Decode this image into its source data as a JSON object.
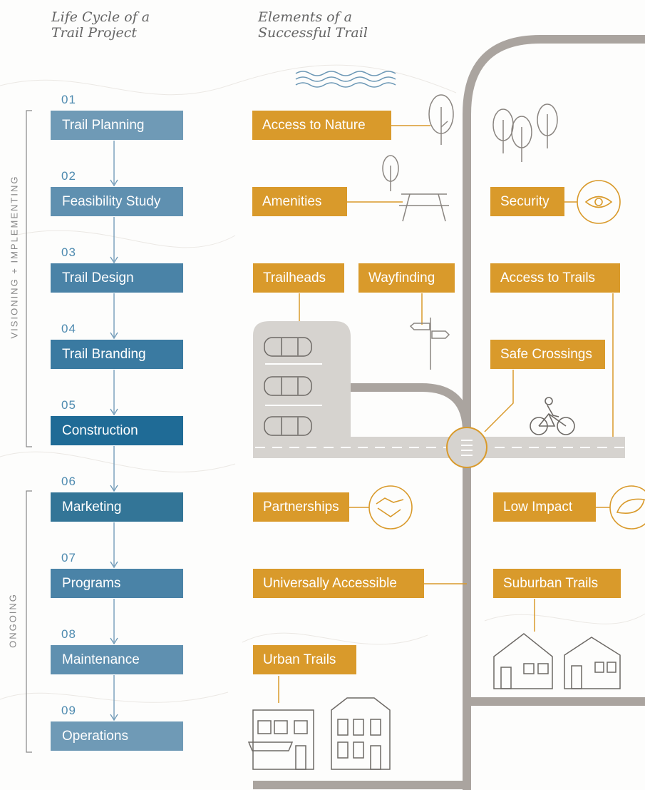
{
  "headers": {
    "left": "Life Cycle of a\nTrail Project",
    "right": "Elements of a\nSuccessful Trail"
  },
  "phases": {
    "visioning": "VISIONING + IMPLEMENTING",
    "ongoing": "ONGOING"
  },
  "steps": [
    {
      "num": "01",
      "label": "Trail Planning",
      "color": "#6f9ab6"
    },
    {
      "num": "02",
      "label": "Feasibility Study",
      "color": "#5f90b0"
    },
    {
      "num": "03",
      "label": "Trail Design",
      "color": "#4a83a7"
    },
    {
      "num": "04",
      "label": "Trail Branding",
      "color": "#3a7aa1"
    },
    {
      "num": "05",
      "label": "Construction",
      "color": "#1f6b96"
    },
    {
      "num": "06",
      "label": "Marketing",
      "color": "#337597"
    },
    {
      "num": "07",
      "label": "Programs",
      "color": "#4a83a7"
    },
    {
      "num": "08",
      "label": "Maintenance",
      "color": "#5f90b0"
    },
    {
      "num": "09",
      "label": "Operations",
      "color": "#6f9ab6"
    }
  ],
  "elements": {
    "access_to_nature": "Access to Nature",
    "amenities": "Amenities",
    "security": "Security",
    "trailheads": "Trailheads",
    "wayfinding": "Wayfinding",
    "access_to_trails": "Access to Trails",
    "safe_crossings": "Safe Crossings",
    "partnerships": "Partnerships",
    "low_impact": "Low Impact",
    "universally_accessible": "Universally Accessible",
    "suburban_trails": "Suburban Trails",
    "urban_trails": "Urban Trails"
  },
  "colors": {
    "element_box": "#d99a2b",
    "road": "#aaa49f",
    "icon_stroke": "#8a8580",
    "arrow": "#6b97b5"
  }
}
